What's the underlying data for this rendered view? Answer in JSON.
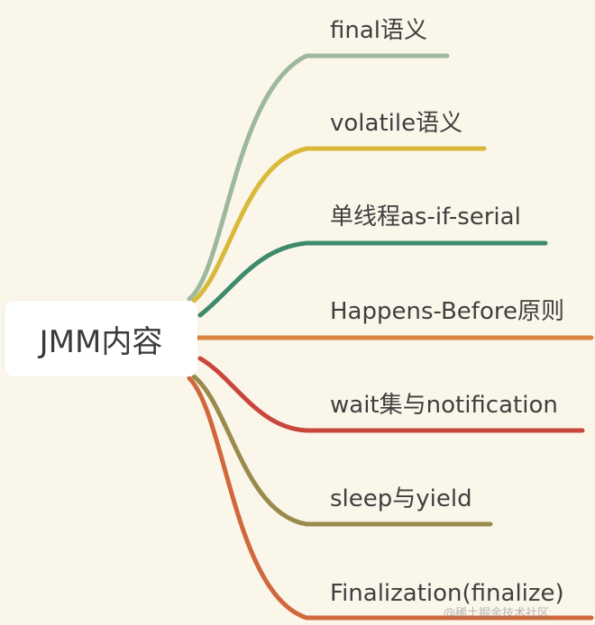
{
  "root": {
    "label": "JMM内容"
  },
  "branches": [
    {
      "label": "final语义",
      "color": "#9db89a"
    },
    {
      "label": "volatile语义",
      "color": "#d8b93a"
    },
    {
      "label": "单线程as-if-serial",
      "color": "#3e8a6c"
    },
    {
      "label": "Happens-Before原则",
      "color": "#d8843e"
    },
    {
      "label": "wait集与notification",
      "color": "#c8463c"
    },
    {
      "label": "sleep与yield",
      "color": "#9a8a4c"
    },
    {
      "label": "Finalization(finalize)",
      "color": "#d0683e"
    }
  ],
  "watermark": {
    "text": "@稀土掘金技术社区"
  }
}
